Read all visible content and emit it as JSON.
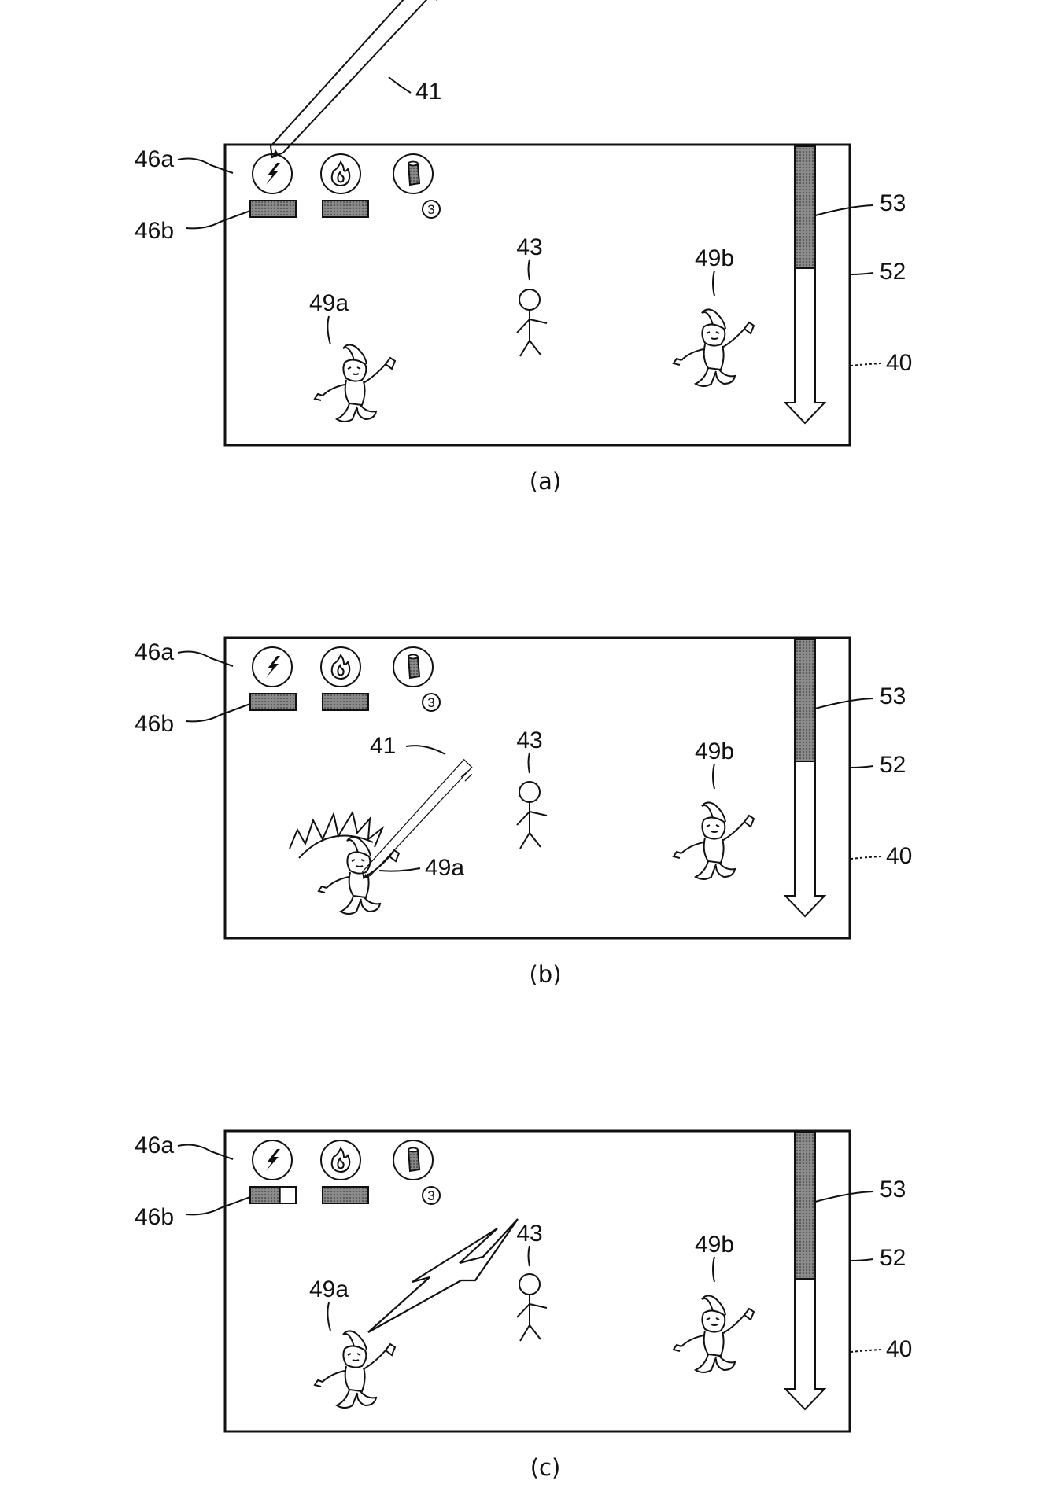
{
  "colors": {
    "ink": "#111111",
    "hatch_fill": "#8a8a8a",
    "background": "#ffffff"
  },
  "panels": [
    {
      "caption": "(a)",
      "labels": {
        "screen": "40",
        "stylus": "41",
        "player": "43",
        "skill_icon": "46a",
        "skill_gauge": "46b",
        "enemy_a": "49a",
        "enemy_b": "49b",
        "arrow": "52",
        "bar": "53"
      },
      "item_count": "3",
      "skill_icons": [
        "lightning-icon",
        "fire-icon",
        "item-icon"
      ],
      "skill_gauge_levels": [
        1.0,
        1.0
      ],
      "bar_level": 0.5
    },
    {
      "caption": "(b)",
      "labels": {
        "screen": "40",
        "stylus": "41",
        "player": "43",
        "skill_icon": "46a",
        "skill_gauge": "46b",
        "enemy_a": "49a",
        "enemy_b": "49b",
        "arrow": "52",
        "bar": "53"
      },
      "item_count": "3",
      "skill_icons": [
        "lightning-icon",
        "fire-icon",
        "item-icon"
      ],
      "skill_gauge_levels": [
        1.0,
        1.0
      ],
      "bar_level": 0.5
    },
    {
      "caption": "(c)",
      "labels": {
        "screen": "40",
        "player": "43",
        "skill_icon": "46a",
        "skill_gauge": "46b",
        "enemy_a": "49a",
        "enemy_b": "49b",
        "arrow": "52",
        "bar": "53"
      },
      "item_count": "3",
      "skill_icons": [
        "lightning-icon",
        "fire-icon",
        "item-icon"
      ],
      "skill_gauge_levels": [
        0.65,
        1.0
      ],
      "bar_level": 0.6
    }
  ]
}
